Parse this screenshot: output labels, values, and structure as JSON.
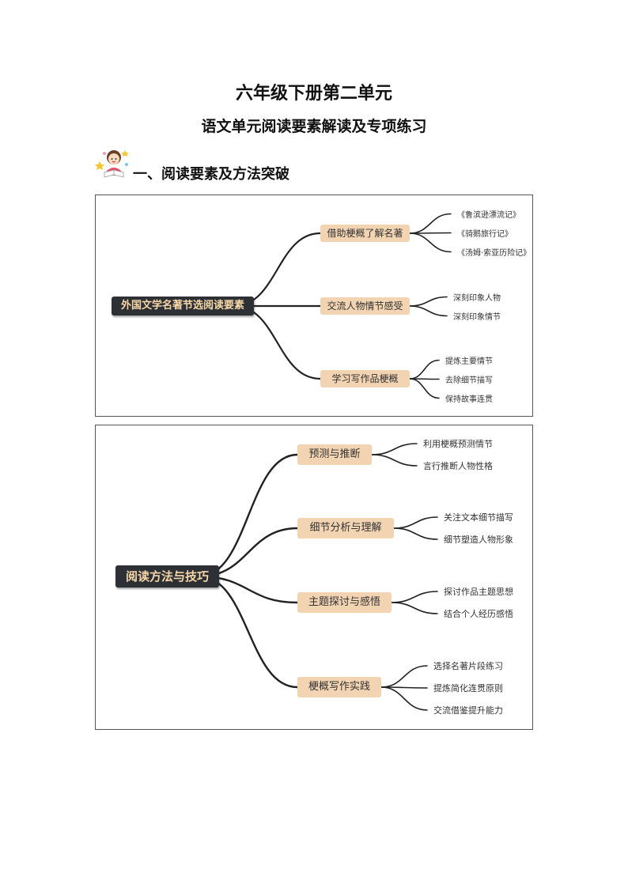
{
  "header": {
    "title": "六年级下册第二单元",
    "subtitle": "语文单元阅读要素解读及专项练习"
  },
  "section1": {
    "heading": "一、阅读要素及方法突破",
    "mascot_icon": "reading-child-icon"
  },
  "map1": {
    "root": "外国文学名著节选阅读要素",
    "branches": [
      {
        "label": "借助梗概了解名著",
        "leaves": [
          "《鲁滨逊漂流记》",
          "《骑鹅旅行记》",
          "《汤姆·索亚历险记》"
        ]
      },
      {
        "label": "交流人物情节感受",
        "leaves": [
          "深刻印象人物",
          "深刻印象情节"
        ]
      },
      {
        "label": "学习写作品梗概",
        "leaves": [
          "提炼主要情节",
          "去除细节描写",
          "保持故事连贯"
        ]
      }
    ]
  },
  "map2": {
    "root": "阅读方法与技巧",
    "branches": [
      {
        "label": "预测与推断",
        "leaves": [
          "利用梗概预测情节",
          "言行推断人物性格"
        ]
      },
      {
        "label": "细节分析与理解",
        "leaves": [
          "关注文本细节描写",
          "细节塑造人物形象"
        ]
      },
      {
        "label": "主题探讨与感悟",
        "leaves": [
          "探讨作品主题思想",
          "结合个人经历感悟"
        ]
      },
      {
        "label": "梗概写作实践",
        "leaves": [
          "选择名著片段练习",
          "提炼简化连贯原则",
          "交流借鉴提升能力"
        ]
      }
    ]
  },
  "colors": {
    "root_bg": "#2d3035",
    "root_text": "#f6d7a8",
    "branch_bg": "#f2d3b2",
    "line": "#222222"
  }
}
